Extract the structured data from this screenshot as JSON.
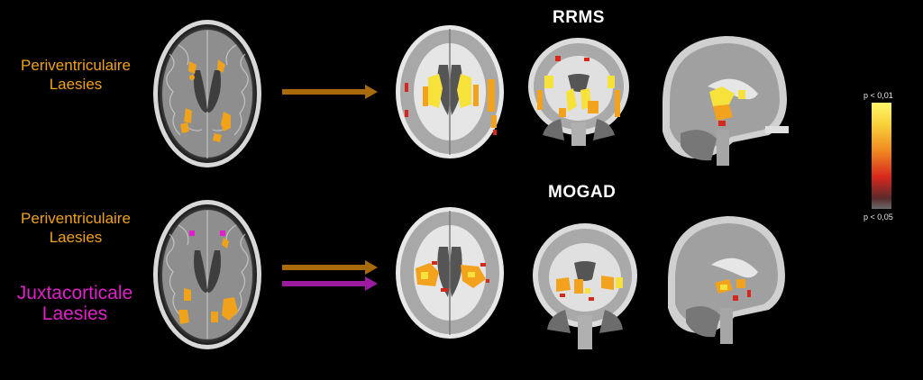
{
  "top": {
    "title": "RRMS",
    "left_label_line1": "Periventriculaire",
    "left_label_line2": "Laesies"
  },
  "bottom": {
    "title": "MOGAD",
    "left_label1_line1": "Periventriculaire",
    "left_label1_line2": "Laesies",
    "left_label2_line1": "Juxtacorticale",
    "left_label2_line2": "Laesies"
  },
  "colorbar": {
    "top_label": "p < 0,01",
    "bottom_label": "p < 0,05"
  },
  "colors": {
    "orange": "#f0a21a",
    "magenta": "#e020c8",
    "arrow_orange": "#a86a0c",
    "arrow_magenta": "#9a1aa0"
  }
}
